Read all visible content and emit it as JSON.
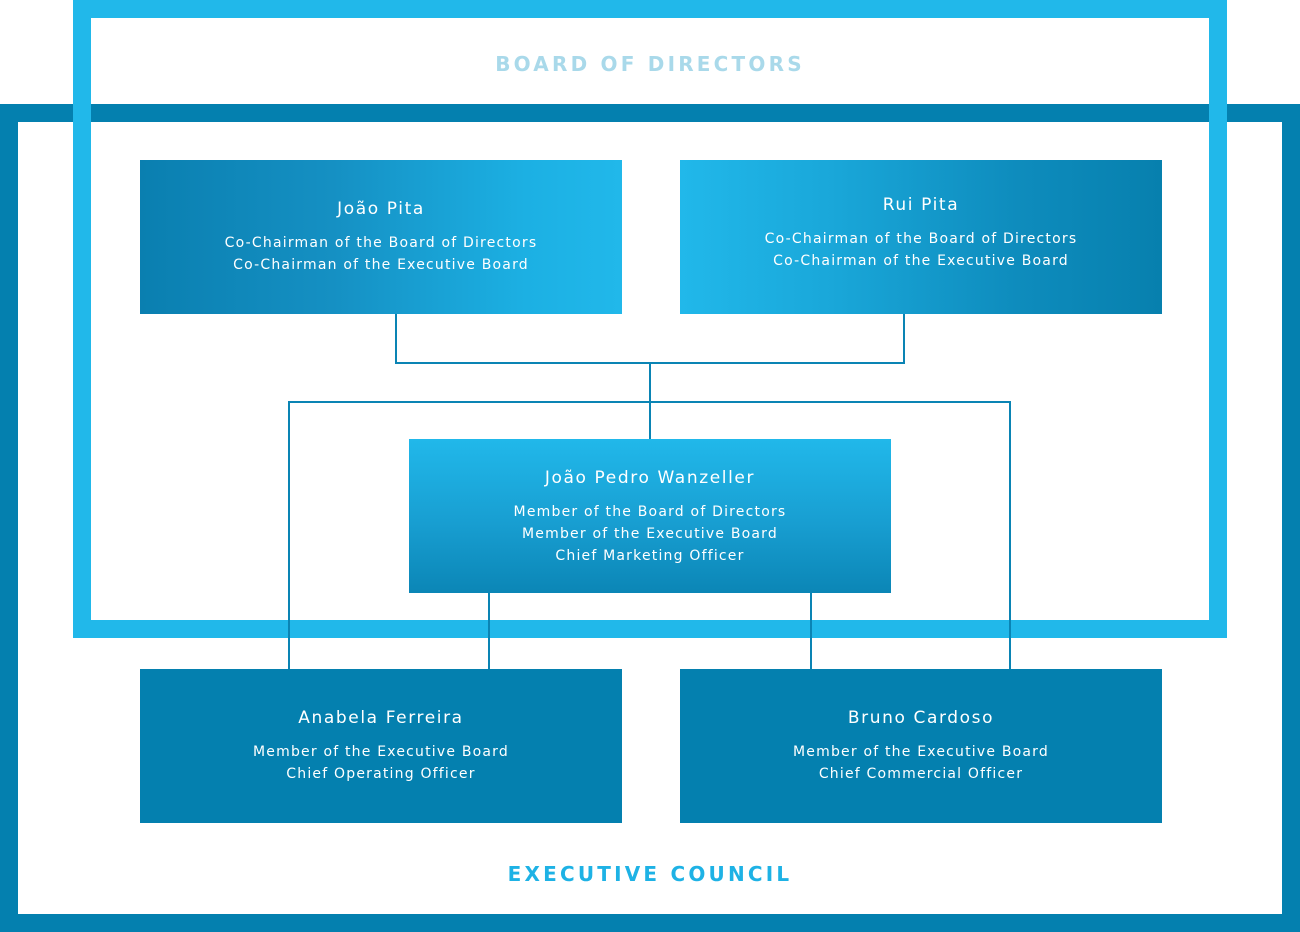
{
  "groups": {
    "board_title": "BOARD OF DIRECTORS",
    "exec_title": "EXECUTIVE COUNCIL"
  },
  "people": {
    "joao_pita": {
      "name": "João Pita",
      "role1": "Co-Chairman of the Board of Directors",
      "role2": "Co-Chairman of the Executive Board"
    },
    "rui_pita": {
      "name": "Rui Pita",
      "role1": "Co-Chairman of the Board of Directors",
      "role2": "Co-Chairman of the Executive Board"
    },
    "wanzeller": {
      "name": "João Pedro Wanzeller",
      "role1": "Member of the Board of Directors",
      "role2": "Member of the Executive Board",
      "role3": "Chief Marketing Officer"
    },
    "anabela": {
      "name": "Anabela Ferreira",
      "role1": "Member of the Executive Board",
      "role2": "Chief Operating Officer"
    },
    "bruno": {
      "name": "Bruno Cardoso",
      "role1": "Member of the Executive Board",
      "role2": "Chief Commercial Officer"
    }
  },
  "colors": {
    "board_frame": "#21b8ea",
    "exec_frame": "#0480af",
    "connector": "#0a84b4"
  }
}
